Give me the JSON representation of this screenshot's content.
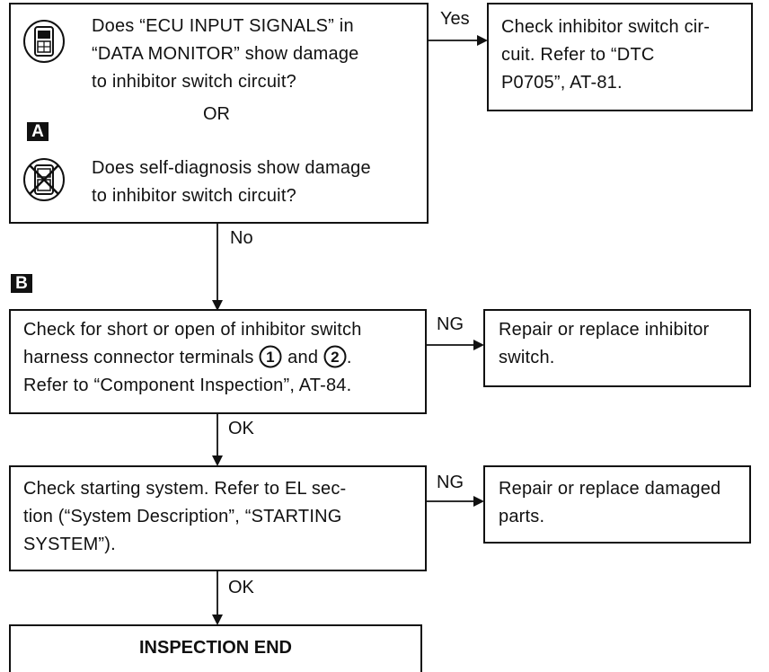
{
  "step1": {
    "question_monitor": "Does “ECU INPUT SIGNALS” in\n“DATA MONITOR” show damage\nto inhibitor switch circuit?",
    "or_label": "OR",
    "marker_a": "A",
    "question_self_diag": "Does self-diagnosis show damage\nto inhibitor switch circuit?",
    "yes_label": "Yes",
    "no_label": "No",
    "yes_result": "Check inhibitor switch cir-\ncuit. Refer to “DTC\nP0705”, AT-81.",
    "icons": {
      "monitor": "consult-tester-icon",
      "self_diag": "no-tool-icon"
    }
  },
  "step2": {
    "marker_b": "B",
    "text": "Check for short or open of inhibitor switch\nharness connector terminals",
    "terminal_1": "1",
    "terminal_2": "2",
    "conj": "and",
    "refer": "Refer to “Component Inspection”, AT-84.",
    "ng_label": "NG",
    "ok_label": "OK",
    "ng_result": "Repair or replace inhibitor\nswitch."
  },
  "step3": {
    "text": "Check starting system. Refer to EL sec-\ntion (“System Description”, “STARTING\nSYSTEM”).",
    "ng_label": "NG",
    "ok_label": "OK",
    "ng_result": "Repair or replace damaged\nparts."
  },
  "end": {
    "text": "INSPECTION END"
  }
}
